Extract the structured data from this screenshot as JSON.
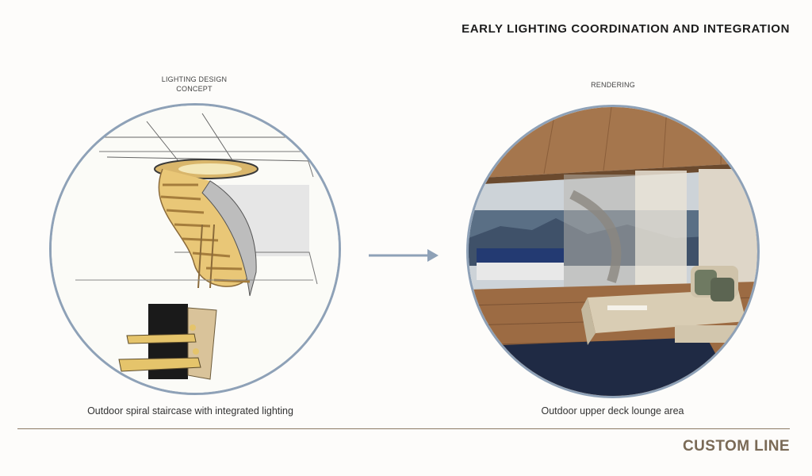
{
  "header": {
    "title": "EARLY LIGHTING COORDINATION AND INTEGRATION"
  },
  "left_panel": {
    "label_line1": "LIGHTING DESIGN",
    "label_line2": "CONCEPT",
    "caption": "Outdoor spiral staircase with integrated lighting"
  },
  "right_panel": {
    "label": "RENDERING",
    "caption": "Outdoor upper deck lounge area"
  },
  "footer": {
    "brand": "CUSTOM LINE"
  },
  "colors": {
    "circle_border": "#8ea1b7",
    "arrow": "#8ea1b7",
    "divider": "#8c7a63",
    "brand": "#7a6a56"
  },
  "icons": {
    "arrow": "arrow-right-icon"
  }
}
